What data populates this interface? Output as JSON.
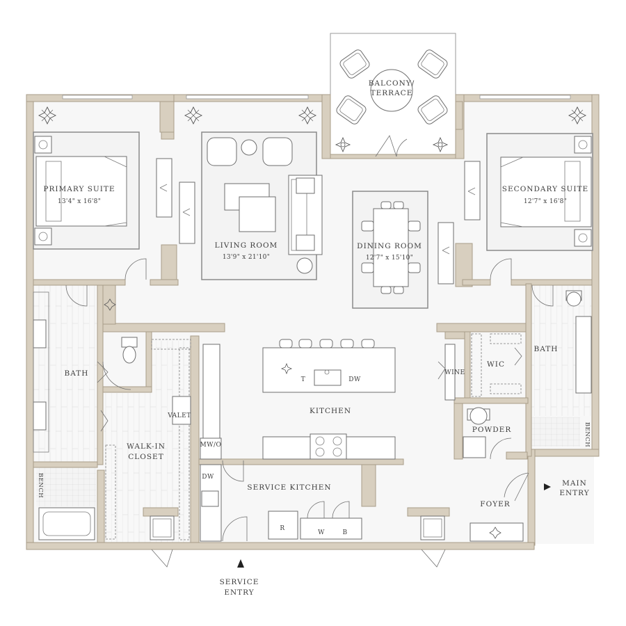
{
  "rooms": {
    "balcony": "BALCONY/",
    "balcony_2": "TERRACE",
    "primary_suite": "PRIMARY SUITE",
    "primary_suite_dim": "13'4\" x 16'8\"",
    "living_room": "LIVING ROOM",
    "living_room_dim": "13'9\" x 21'10\"",
    "dining_room": "DINING ROOM",
    "dining_room_dim": "12'7\" x 15'10\"",
    "secondary_suite": "SECONDARY SUITE",
    "secondary_suite_dim": "12'7\" x 16'8\"",
    "bath_left": "BATH",
    "bath_right": "BATH",
    "walk_in_closet": "WALK-IN",
    "walk_in_closet_2": "CLOSET",
    "valet": "VALET",
    "kitchen": "KITCHEN",
    "wine": "WINE",
    "wic": "WIC",
    "powder": "POWDER",
    "bench_left": "BENCH",
    "bench_right": "BENCH",
    "mwo": "MW/O",
    "dw_service": "DW",
    "service_kitchen": "SERVICE KITCHEN",
    "foyer": "FOYER",
    "island_t": "T",
    "island_dw": "DW",
    "fridge_r": "R",
    "appliance_w": "W",
    "appliance_b": "B"
  },
  "entries": {
    "main": "MAIN",
    "main_2": "ENTRY",
    "service": "SERVICE",
    "service_2": "ENTRY"
  },
  "colors": {
    "wall": "#d8cfbf",
    "floor": "#f7f7f7",
    "text": "#3d3d3d"
  }
}
